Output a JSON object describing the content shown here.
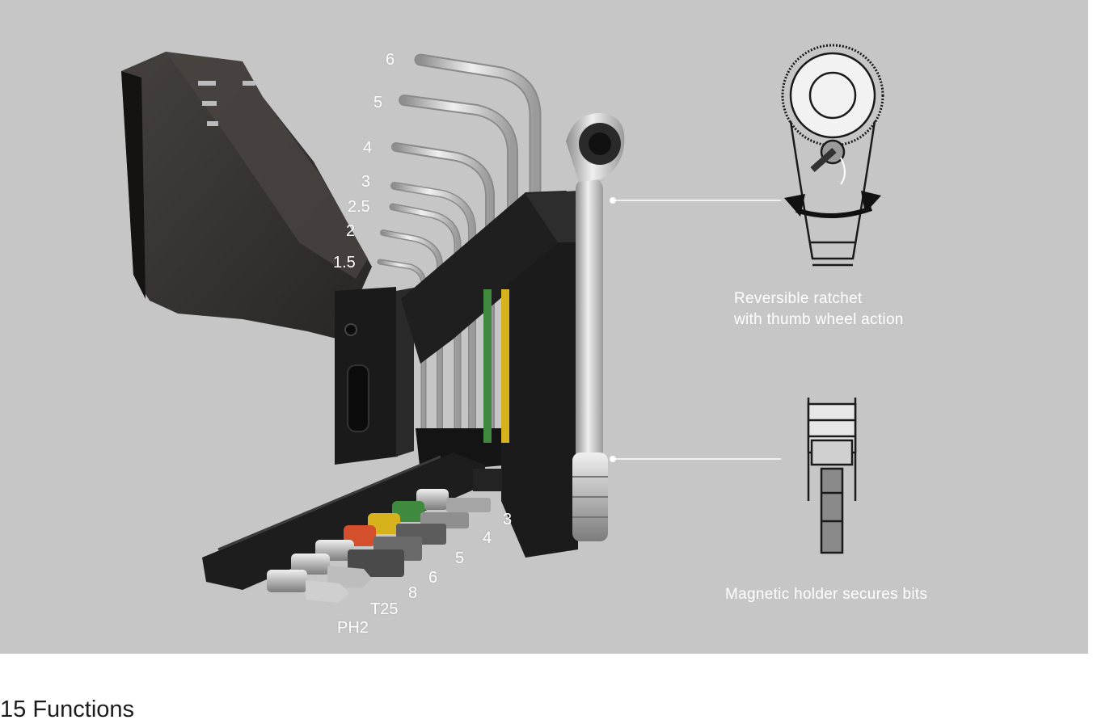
{
  "hero": {
    "hex_labels": [
      "6",
      "5",
      "4",
      "3",
      "2.5",
      "2",
      "1.5"
    ],
    "bit_labels": [
      "3",
      "4",
      "5",
      "6",
      "8",
      "T25",
      "PH2"
    ],
    "callouts": {
      "ratchet": [
        "Reversible ratchet",
        "with thumb wheel action"
      ],
      "holder": "Magnetic holder secures bits"
    },
    "colors": {
      "background": "#c6c6c6",
      "tool_body": "#1d1d1d",
      "steel": "#c9c9c9",
      "bit_green": "#3f8a3f",
      "bit_yellow": "#d8b21c",
      "bit_red": "#d4502c"
    }
  },
  "section": {
    "title": "15 Functions"
  }
}
